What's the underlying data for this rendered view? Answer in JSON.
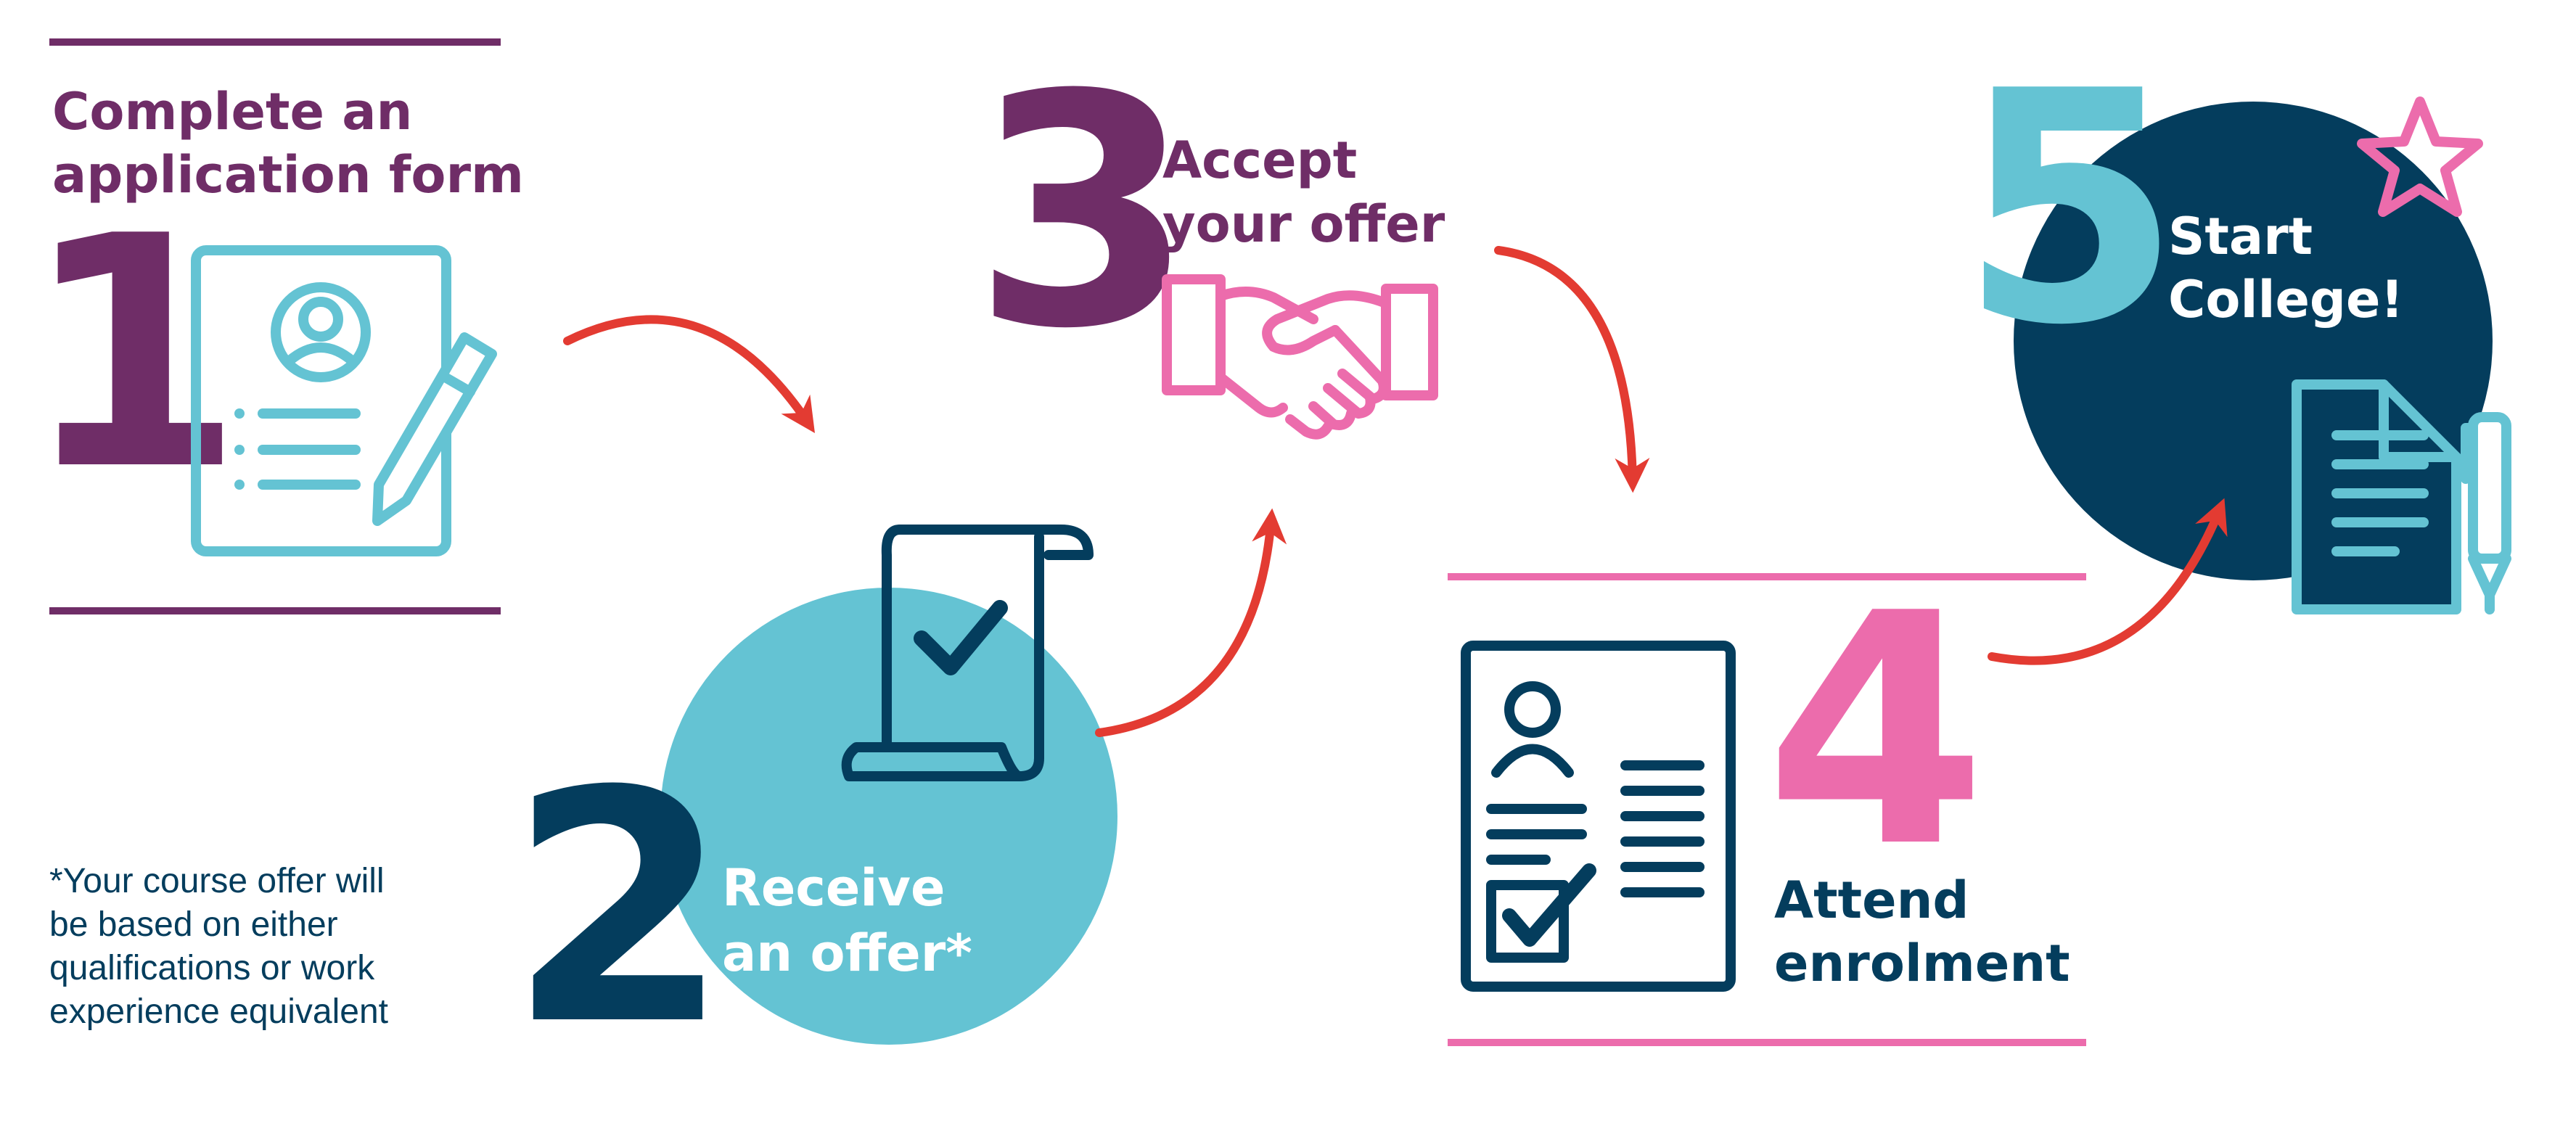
{
  "colors": {
    "purple": "#6f2d67",
    "teal": "#64c3d3",
    "navy": "#043d5d",
    "pink": "#ec6cac",
    "red": "#e33b32"
  },
  "steps": [
    {
      "number": "1",
      "label_lines": [
        "Complete an",
        "application form"
      ],
      "icon": "application-form-pencil-icon"
    },
    {
      "number": "2",
      "label_lines": [
        "Receive",
        "an offer*"
      ],
      "icon": "scroll-check-icon"
    },
    {
      "number": "3",
      "label_lines": [
        "Accept",
        "your offer"
      ],
      "icon": "handshake-icon"
    },
    {
      "number": "4",
      "label_lines": [
        "Attend",
        "enrolment"
      ],
      "icon": "enrolment-form-icon"
    },
    {
      "number": "5",
      "label_lines": [
        "Start",
        "College!"
      ],
      "icon": "document-pen-icon"
    }
  ],
  "footnote": [
    "*Your course offer will",
    "be based on either",
    "qualifications or work",
    "experience equivalent"
  ]
}
